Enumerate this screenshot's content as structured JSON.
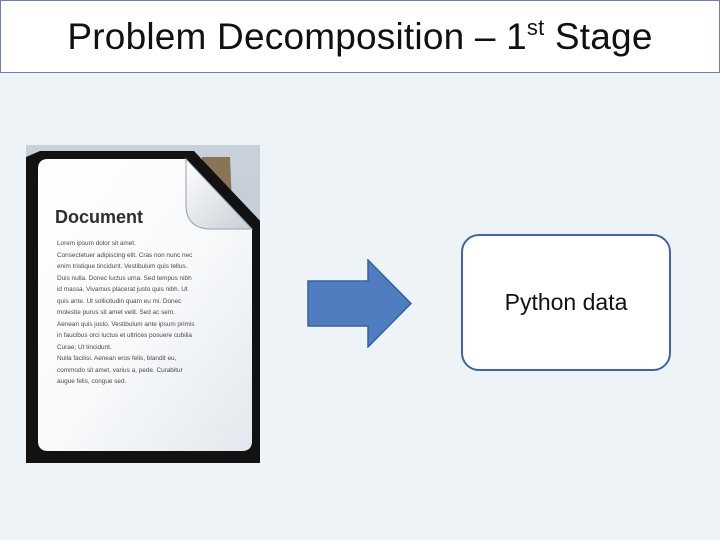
{
  "slide": {
    "title_main": "Problem Decomposition – 1",
    "title_sup": "st",
    "title_end": " Stage"
  },
  "document_icon": {
    "heading": "Document",
    "lines": [
      "Lorem ipsum dolor sit amet.",
      "Consectetuer adipiscing elit. Cras non nunc nec",
      "enim tristique tincidunt. Vestibulum quis tellus.",
      "Duis nulla. Donec luctus urna. Sed tempus nibh",
      "id massa. Vivamus placerat justo quis nibh. Ut",
      "quis ante. Ut sollicitudin quam eu mi. Donec",
      "molestie purus sit amet velit. Sed ac sem.",
      "Aenean quis justo. Vestibulum ante ipsum primis",
      "in faucibus orci luctus et ultrices posuere cubilia",
      "Curae; Ut tincidunt.",
      "Nulla facilisi. Aenean eros felis, blandit eu,",
      "commodo sit amet, varius a, pede. Curabitur",
      "augue felis, congue sed."
    ]
  },
  "target": {
    "label": "Python data"
  },
  "colors": {
    "background": "#eef3f8",
    "title_border": "#6f7fa8",
    "arrow_fill": "#4f7dc0",
    "arrow_stroke": "#38619a",
    "box_border": "#41669a"
  },
  "icons": {
    "document": "document-icon",
    "arrow": "right-arrow-icon"
  }
}
